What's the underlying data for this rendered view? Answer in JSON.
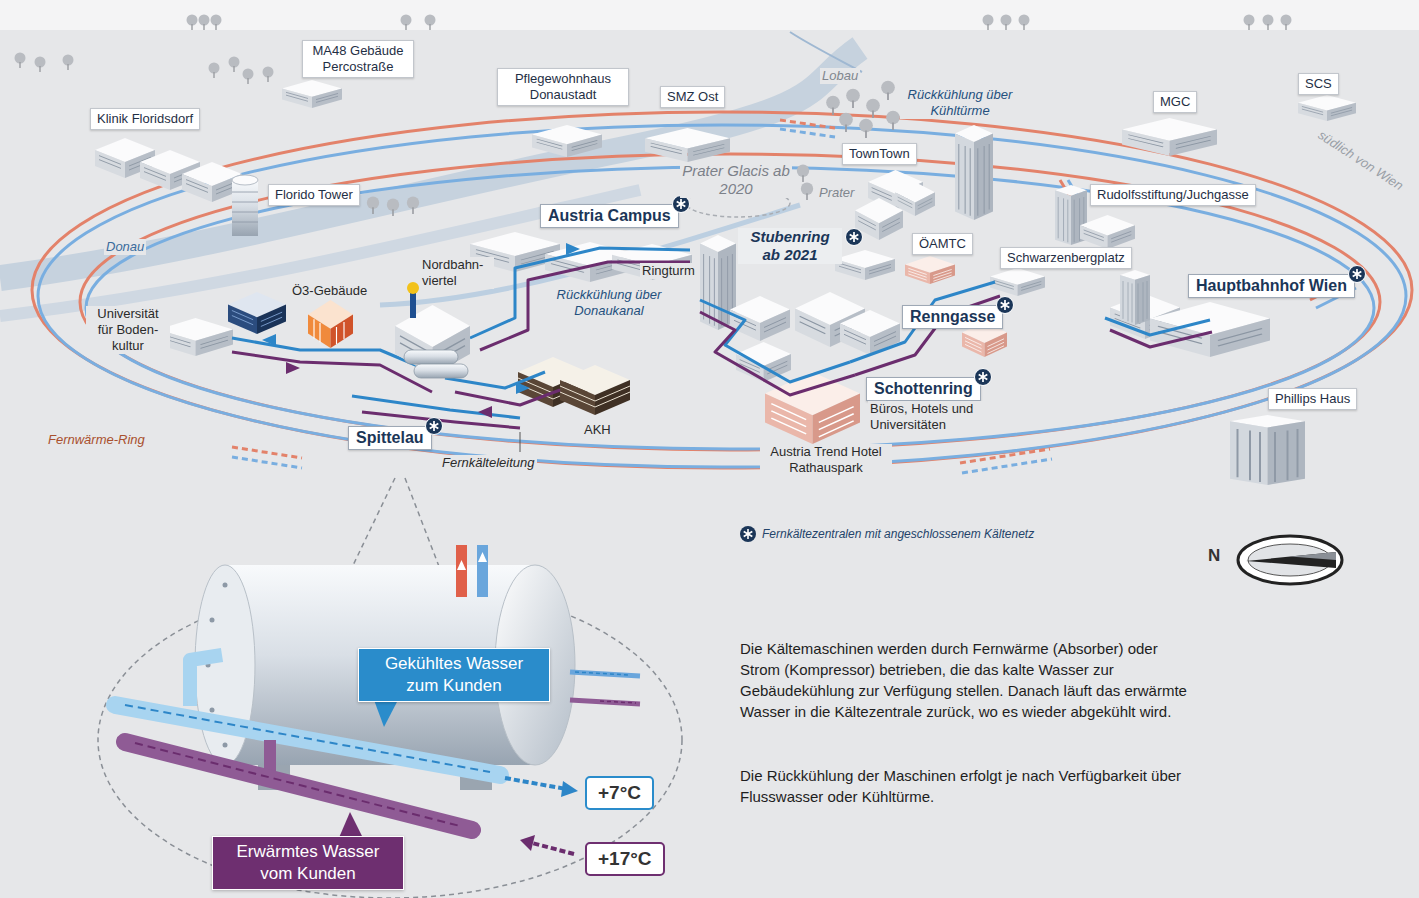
{
  "diagram": {
    "nodes": [
      {
        "text": [
          "MA48 Gebäude Percostraße"
        ]
      },
      {
        "text": [
          "Pflegewohnhaus Donaustadt"
        ]
      },
      {
        "text": [
          "SMZ Ost"
        ]
      },
      {
        "text": [
          "SCS"
        ]
      },
      {
        "text": [
          "MGC"
        ]
      },
      {
        "text": [
          "Klinik Floridsdorf"
        ]
      },
      {
        "text": [
          "TownTown"
        ]
      },
      {
        "text": [
          "Florido Tower"
        ]
      },
      {
        "text": [
          "Rudolfsstiftung/Juchgasse"
        ]
      },
      {
        "text": [
          "Austria Campus"
        ]
      },
      {
        "text": [
          "Stubenring ab 2021"
        ]
      },
      {
        "text": [
          "ÖAMTC"
        ]
      },
      {
        "text": [
          "Schwarzenbergplatz"
        ]
      },
      {
        "text": [
          "Hauptbahnhof Wien"
        ]
      },
      {
        "text": [
          "Renngasse"
        ]
      },
      {
        "text": [
          "Schottenring"
        ]
      },
      {
        "text": [
          "Spittelau"
        ]
      },
      {
        "text": [
          "Phillips Haus"
        ]
      },
      {
        "text": [
          "Gekühltes Wasser zum Kunden"
        ]
      },
      {
        "text": [
          "+7°C"
        ]
      },
      {
        "text": [
          "Erwärmtes Wasser vom Kunden"
        ]
      },
      {
        "text": [
          "+17°C"
        ]
      }
    ],
    "labels": [
      "Lobau",
      "Rückkühlung über Kühltürme",
      "Prater Glacis ab 2020",
      "Prater",
      "Donau",
      "Nordbahn- viertel",
      "Ö3-Gebäude",
      "Universität für Boden- kultur",
      "Rückkühlung über Donaukanal",
      "Ringturm",
      "Büros, Hotels und Universitäten",
      "AKH",
      "Fernwärme-Ring",
      "Fernkälteleitung",
      "Austria Trend Hotel Rathauspark",
      "südlich von Wien",
      "N",
      "Die Kältemaschinen werden durch Fernwärme (Absorber) oder Strom (Kompressor) betrieben, die das kalte Wasser zur Gebäudekühlung zur Verfügung stellen. Danach läuft das erwärmte Wasser in die Kältezentrale zurück, wo es wieder abgekühlt wird.",
      "Die Rückkühlung der Maschinen erfolgt je nach Verfügbarkeit über Flusswasser oder Kühltürme."
    ],
    "legend": [
      {
        "text": "Fernkältezentralen mit angeschlossenem Kältenetz"
      }
    ]
  }
}
